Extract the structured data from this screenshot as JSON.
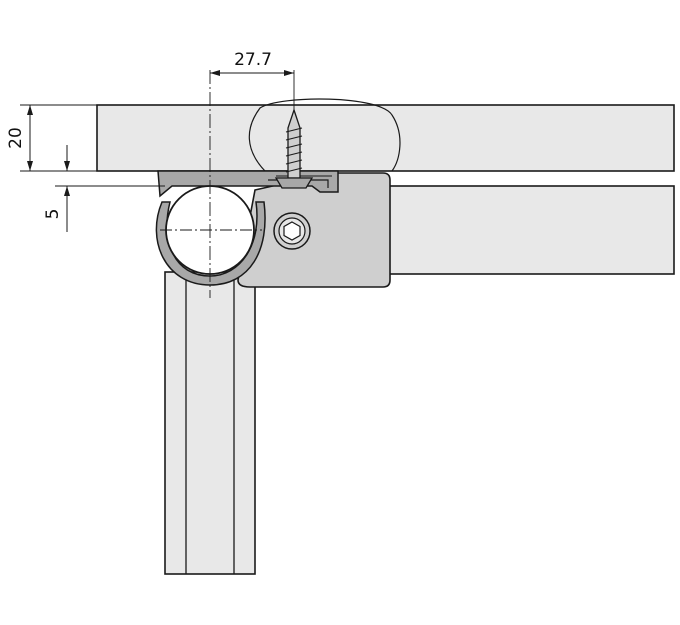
{
  "dimensions": {
    "horizontal_offset": "27.7",
    "plate_thickness": "20",
    "gap": "5"
  },
  "colors": {
    "background": "#ffffff",
    "light_part": "#e8e8e8",
    "clamp_part": "#cfcfcf",
    "clamp_dark": "#a8a8a8",
    "outline": "#1a1a1a"
  }
}
